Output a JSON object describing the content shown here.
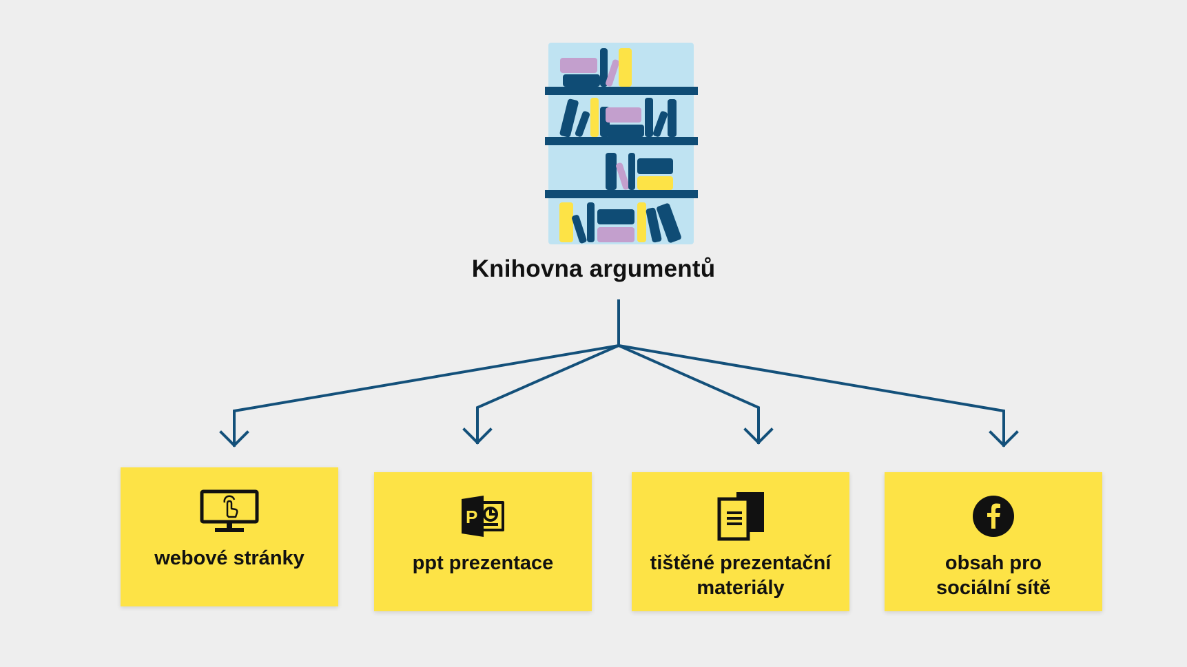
{
  "title": "Knihovna argumentů",
  "colors": {
    "background": "#eeeeee",
    "line": "#13507a",
    "card": "#fde346",
    "shelf_bg": "#bfe3f2",
    "book_dark": "#0f4c75",
    "book_purple": "#c39fcd",
    "book_yellow": "#fde346"
  },
  "cards": [
    {
      "label": "webové stránky",
      "icon": "monitor-click-icon"
    },
    {
      "label": "ppt prezentace",
      "icon": "powerpoint-icon"
    },
    {
      "label": "tištěné prezentační\nmateriály",
      "icon": "documents-icon"
    },
    {
      "label": "obsah pro\nsociální sítě",
      "icon": "facebook-icon"
    }
  ]
}
